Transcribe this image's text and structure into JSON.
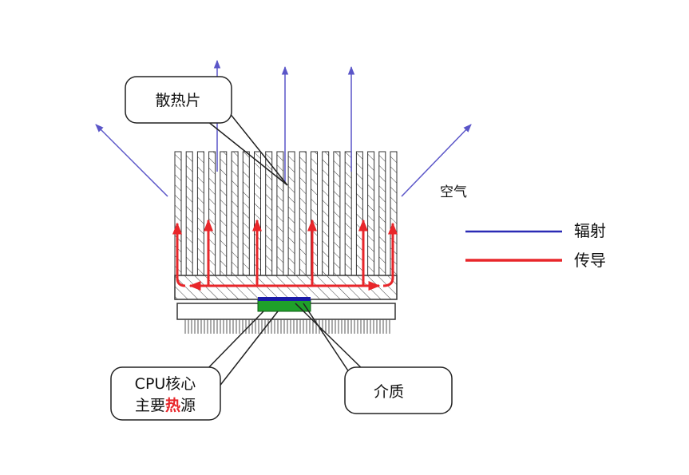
{
  "callouts": {
    "heatsink": "散热片",
    "medium": "介质",
    "cpu_line1": "CPU核心",
    "cpu_line2_a": "主要",
    "cpu_line2_b": "热",
    "cpu_line2_c": "源"
  },
  "air_label": "空气",
  "legend": [
    {
      "label": "辐射",
      "color": "#2b2bb5"
    },
    {
      "label": "传导",
      "color": "#e8262a"
    }
  ],
  "colors": {
    "radiation": "#5a55c8",
    "conduction": "#e8262a",
    "cpu_die": "#1fa02a",
    "medium_layer": "#1a1aa8",
    "callout_border": "#222222",
    "heatsink_line": "#333333"
  }
}
